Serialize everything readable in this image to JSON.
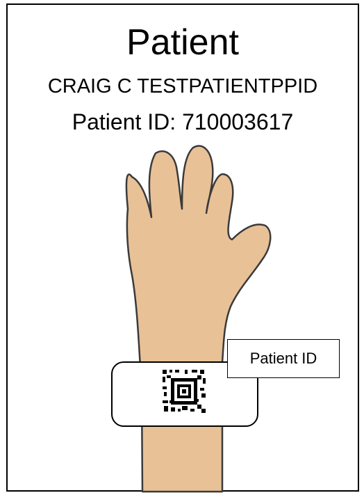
{
  "card": {
    "title": "Patient",
    "patient_name": "CRAIG C TESTPATIENTPPID",
    "patient_id_line": "Patient ID: 710003617"
  },
  "wristband": {
    "label": "Patient ID",
    "barcode_icon": "datamatrix-barcode-icon"
  },
  "illustration": {
    "icon": "raised-hand-icon",
    "skin_color": "#E8C197",
    "outline_color": "#3A3A3A"
  }
}
